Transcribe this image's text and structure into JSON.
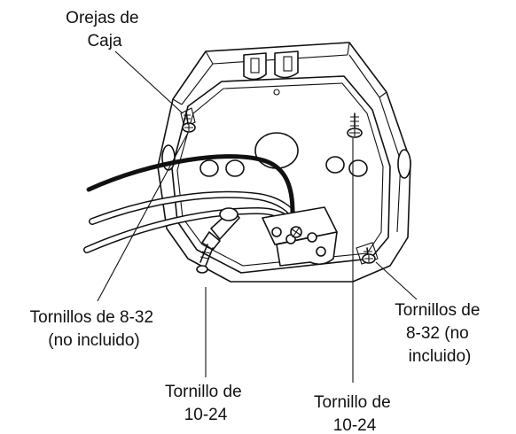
{
  "labels": {
    "box_ears": [
      "Orejas de",
      "Caja"
    ],
    "screws_left": [
      "Tornillos de 8-32",
      "(no incluido)"
    ],
    "screws_right": [
      "Tornillos de",
      "8-32 (no",
      "incluido)"
    ],
    "screw_1024_left": [
      "Tornillo de",
      "10-24"
    ],
    "screw_1024_right": [
      "Tornillo de",
      "10-24"
    ]
  },
  "colors": {
    "line": "#111111",
    "wire_black": "#111111",
    "wire_white": "#ffffff",
    "background": "#ffffff"
  },
  "icons": [
    "electrical-box-octagon",
    "mounting-screw",
    "knockout-hole",
    "ground-clamp"
  ]
}
